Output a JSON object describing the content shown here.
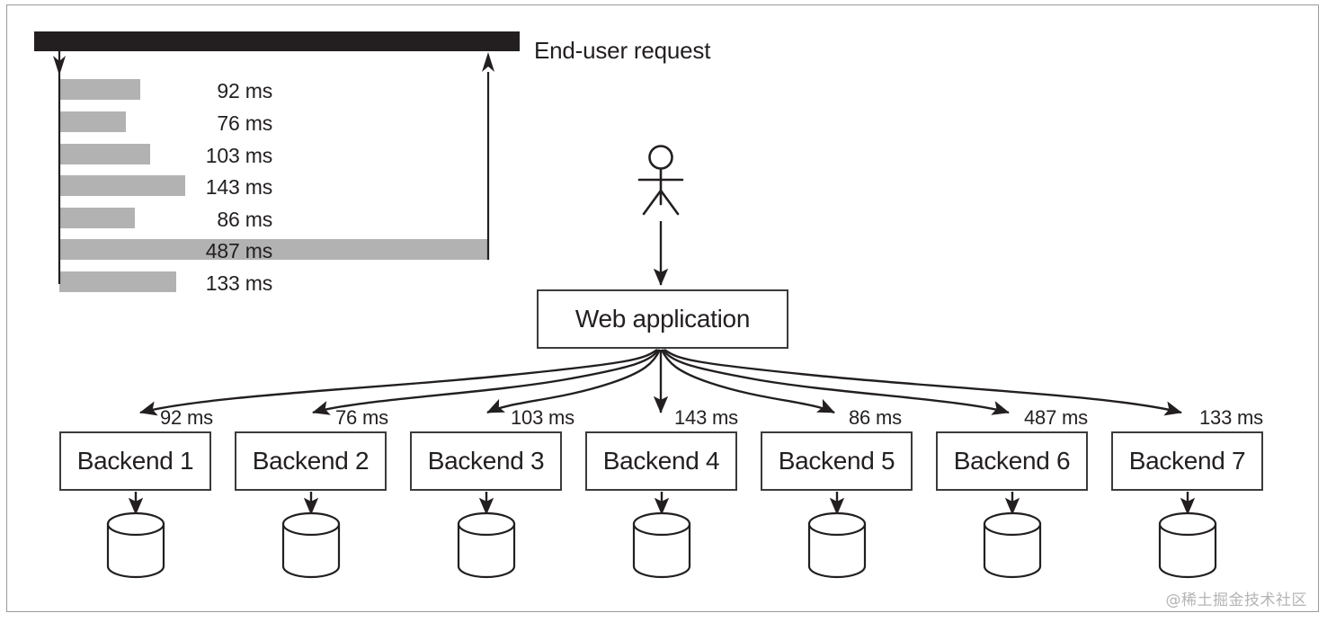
{
  "figure": {
    "title": "End-user request latency fan-out diagram",
    "background_color": "#ffffff",
    "frame_color": "#9a9a9a"
  },
  "timeline": {
    "request_bar_label": "End-user request",
    "request_bar_color": "#231f20",
    "bar_color": "#b2b2b2",
    "unit": "ms"
  },
  "actor": {
    "name": "end-user-stick-figure"
  },
  "web_application": {
    "label": "Web application"
  },
  "watermark": {
    "text": "@稀土掘金技术社区"
  },
  "chart_data": {
    "type": "bar",
    "orientation": "horizontal",
    "title": "End-user request",
    "xlabel": "",
    "ylabel": "",
    "categories": [
      "Backend 1",
      "Backend 2",
      "Backend 3",
      "Backend 4",
      "Backend 5",
      "Backend 6",
      "Backend 7"
    ],
    "values": [
      92,
      76,
      103,
      143,
      86,
      487,
      133
    ],
    "value_labels": [
      "92 ms",
      "76 ms",
      "103 ms",
      "143 ms",
      "86 ms",
      "487 ms",
      "133 ms"
    ],
    "unit": "ms",
    "xlim": [
      0,
      487
    ],
    "grid": false,
    "legend": null,
    "annotations": [
      "End-user request"
    ]
  },
  "backends": [
    {
      "label": "Backend 1",
      "latency_label": "92 ms",
      "db": "database-cylinder-1"
    },
    {
      "label": "Backend 2",
      "latency_label": "76 ms",
      "db": "database-cylinder-2"
    },
    {
      "label": "Backend 3",
      "latency_label": "103 ms",
      "db": "database-cylinder-3"
    },
    {
      "label": "Backend 4",
      "latency_label": "143 ms",
      "db": "database-cylinder-4"
    },
    {
      "label": "Backend 5",
      "latency_label": "86 ms",
      "db": "database-cylinder-5"
    },
    {
      "label": "Backend 6",
      "latency_label": "487 ms",
      "db": "database-cylinder-6"
    },
    {
      "label": "Backend 7",
      "latency_label": "133 ms",
      "db": "database-cylinder-7"
    }
  ]
}
